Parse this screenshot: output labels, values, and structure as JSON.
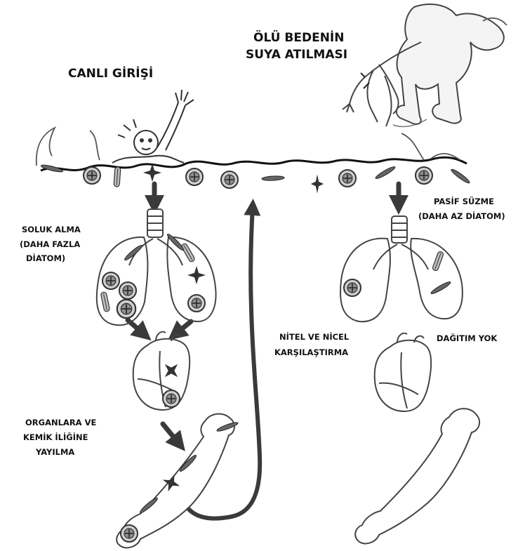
{
  "labels": {
    "live_entry": "CANLI GİRİŞİ",
    "dead_body_line1": "ÖLÜ BEDENİN",
    "dead_body_line2": "SUYA ATILMASI",
    "breathing_line1": "SOLUK ALMA",
    "breathing_line2": "(DAHA FAZLA",
    "breathing_line3": "DİATOM)",
    "passive_line1": "PASİF SÜZME",
    "passive_line2": "(DAHA AZ DİATOM)",
    "compare_line1": "NİTEL VE NİCEL",
    "compare_line2": "KARŞILAŞTIRMA",
    "no_distribution": "DAĞITIM YOK",
    "spread_line1": "ORGANLARA VE",
    "spread_line2": "KEMİK İLİĞİNE",
    "spread_line3": "YAYILMA"
  },
  "colors": {
    "ink": "#111111",
    "arrow": "#3a3a3a",
    "diatom_fill": "#9a9a9a",
    "line": "#555555"
  }
}
